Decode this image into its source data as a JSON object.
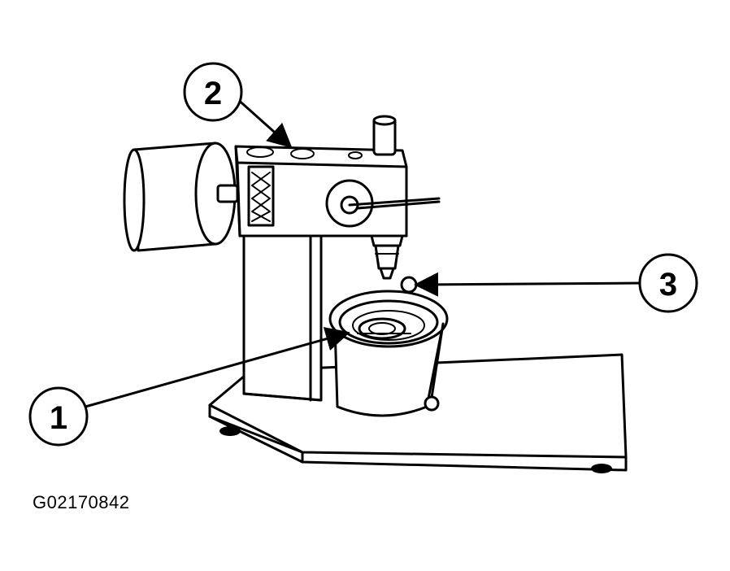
{
  "figure_id": "G02170842",
  "callouts": [
    {
      "number": "1"
    },
    {
      "number": "2"
    },
    {
      "number": "3"
    }
  ],
  "colors": {
    "ink": "#000000",
    "background": "#ffffff"
  }
}
